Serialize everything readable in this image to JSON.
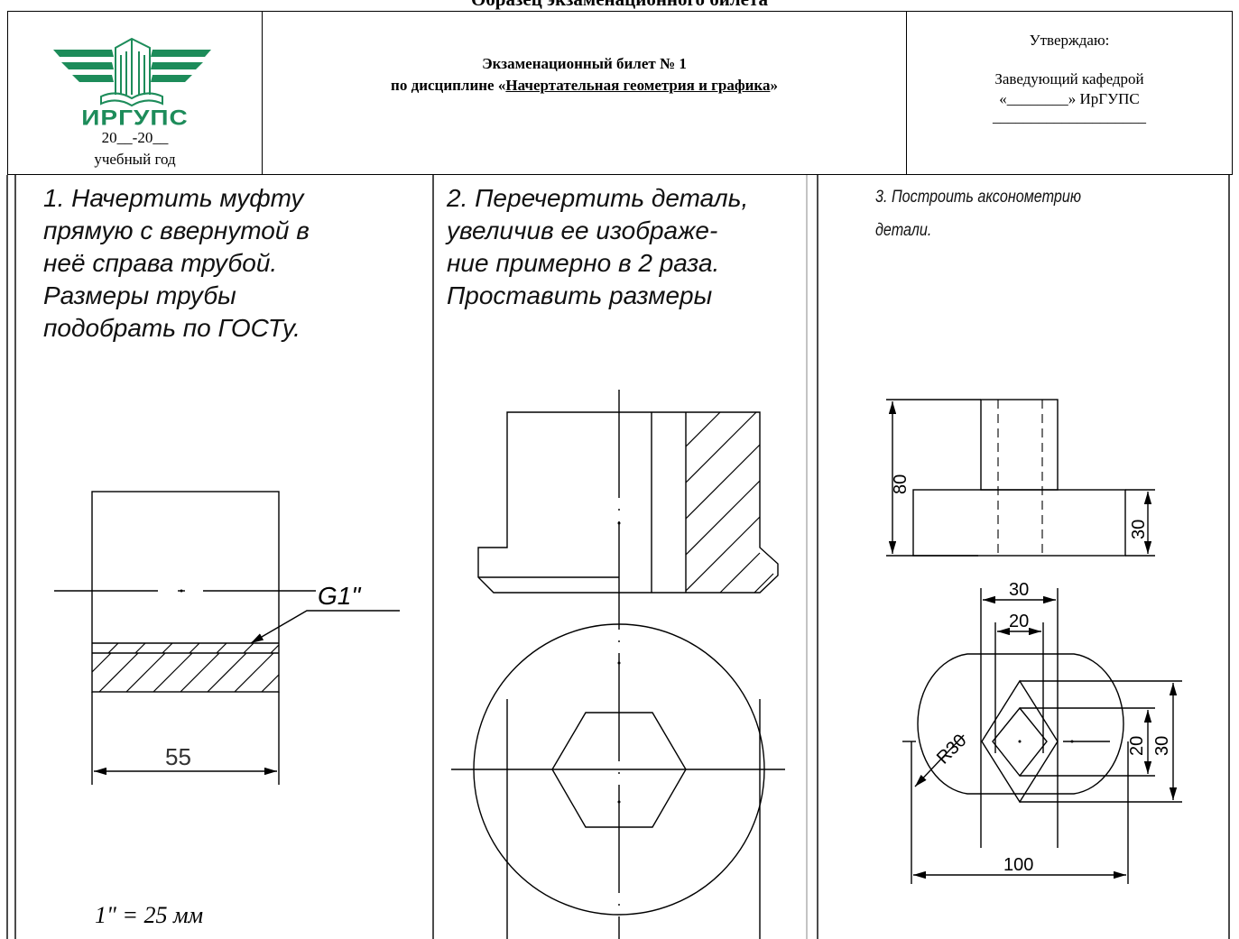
{
  "page_title": "Образец экзаменационного билета",
  "header": {
    "logo_text": "ИРГУПС",
    "year_line": "20__-20__",
    "year_label": "учебный год",
    "ticket_line1": "Экзаменационный билет № 1",
    "ticket_prefix": "по дисциплине «",
    "discipline": "Начертательная геометрия и графика",
    "ticket_suffix": "»",
    "approve": "Утверждаю:",
    "head_of_dept": "Заведующий кафедрой",
    "dept_line": "«________» ИрГУПС",
    "signature_line": "____________________"
  },
  "tasks": {
    "t1": [
      "1. Начертить муфту",
      "прямую с ввернутой в",
      "неё справа трубой.",
      "Размеры трубы",
      "подобрать по ГОСТу."
    ],
    "t2": [
      "2. Перечертить деталь,",
      "увеличив ее изображе-",
      "ние примерно в 2 раза.",
      "Проставить размеры"
    ],
    "t3": [
      "3. Построить аксонометрию",
      "детали."
    ]
  },
  "drawing_labels": {
    "thread": "G1\"",
    "dim_55": "55",
    "note": "1\" = 25 мм",
    "dim_80": "80",
    "dim_30_v": "30",
    "dim_30_top": "30",
    "dim_20_top": "20",
    "radius": "R30",
    "dim_20_right": "20",
    "dim_30_right": "30",
    "dim_100": "100"
  },
  "colors": {
    "logo_green": "#1d8c5a",
    "line": "#000000"
  }
}
